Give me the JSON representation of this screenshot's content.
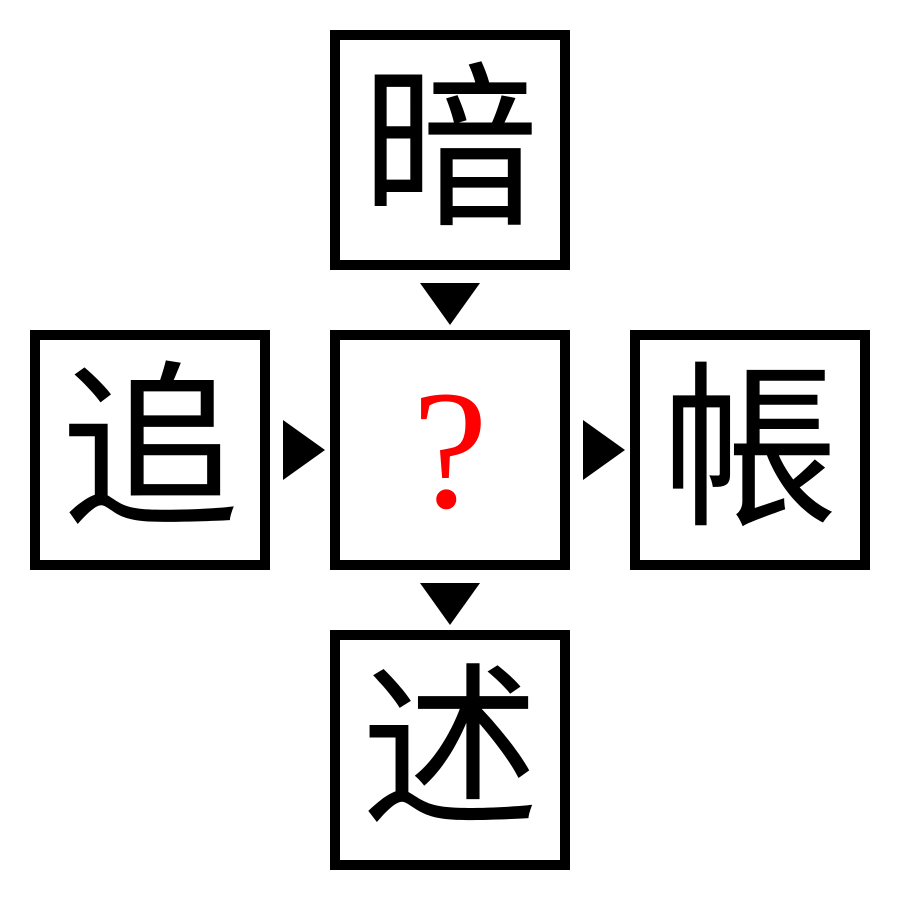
{
  "puzzle": {
    "top": "暗",
    "left": "追",
    "center": "?",
    "right": "帳",
    "bottom": "述"
  },
  "colors": {
    "question_mark": "#ff0000",
    "border": "#000000",
    "background": "#ffffff"
  },
  "icons": {
    "arrow_down": "triangle-down-icon",
    "arrow_right": "triangle-right-icon"
  }
}
